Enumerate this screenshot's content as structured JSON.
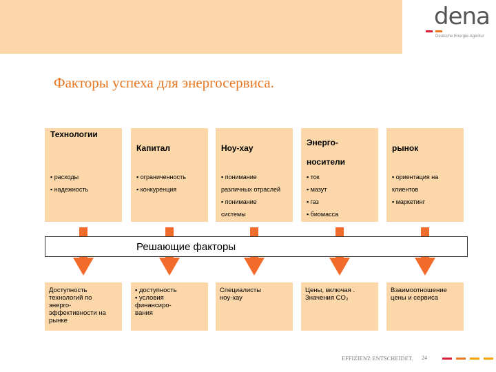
{
  "logo": {
    "text": "dena",
    "subtitle": "Deutsche Energie-Agentur"
  },
  "title": "Факторы успеха для энергосервиса.",
  "columns": [
    {
      "header": "Технологии",
      "items": [
        "▪ расходы",
        "▪ надежность"
      ]
    },
    {
      "header": "Капитал",
      "items": [
        "▪ ограниченность",
        "▪ конкуренция"
      ]
    },
    {
      "header": "Ноу-хау",
      "items": [
        "▪ понимание",
        "различных отраслей",
        "▪ понимание",
        "системы"
      ]
    },
    {
      "header": "Энерго-",
      "header2": "носители",
      "items": [
        "▪ ток",
        "▪ мазут",
        "▪ газ",
        "▪ биомасса"
      ]
    },
    {
      "header": "рынок",
      "items": [
        "▪ ориентация на",
        "клиентов",
        "▪ маркетинг"
      ]
    }
  ],
  "decisive": "Решающие факторы",
  "results": [
    {
      "lines": [
        "Доступность",
        "технологий по",
        "энерго-",
        "эффективности на",
        "рынке"
      ]
    },
    {
      "lines": [
        "▪ доступность",
        "▪ условия",
        "финансиро-",
        "вания"
      ]
    },
    {
      "lines": [
        "Специалисты",
        "ноу-хау"
      ]
    },
    {
      "lines": [
        "Цены, включая .",
        "Значения CO₂"
      ]
    },
    {
      "lines": [
        "Взаимоотношение",
        "цены и сервиса"
      ]
    }
  ],
  "footer": {
    "slogan": "EFFIZIENZ ENTSCHEIDET.",
    "page": "24"
  },
  "colors": {
    "accent": "#e87722",
    "arrow": "#f26b2a",
    "panel": "#fbd7a9",
    "brand_red": "#d71f3a"
  }
}
